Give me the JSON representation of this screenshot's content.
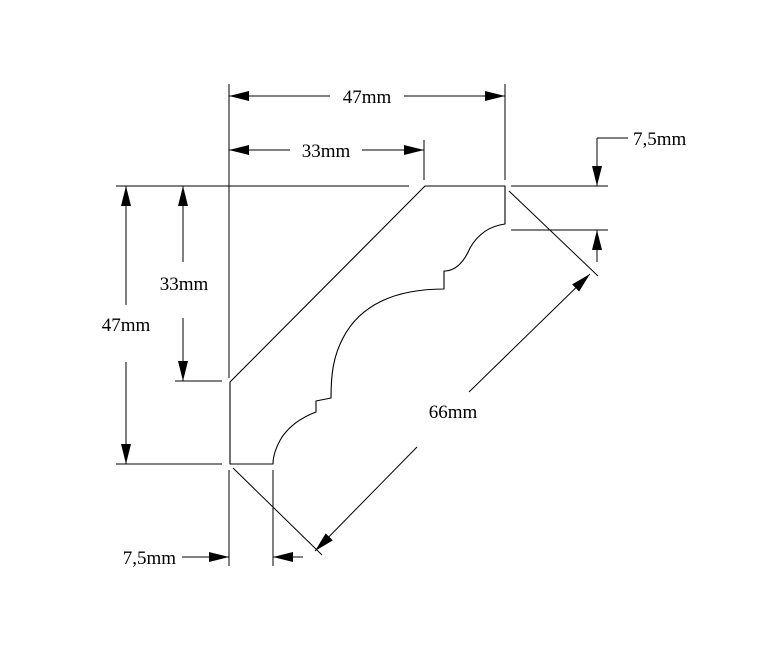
{
  "dimensions": {
    "top_overall_width": "47mm",
    "top_projection": "33mm",
    "left_overall_height": "47mm",
    "left_projection": "33mm",
    "right_flat": "7,5mm",
    "bottom_flat": "7,5mm",
    "diagonal_face": "66mm"
  }
}
